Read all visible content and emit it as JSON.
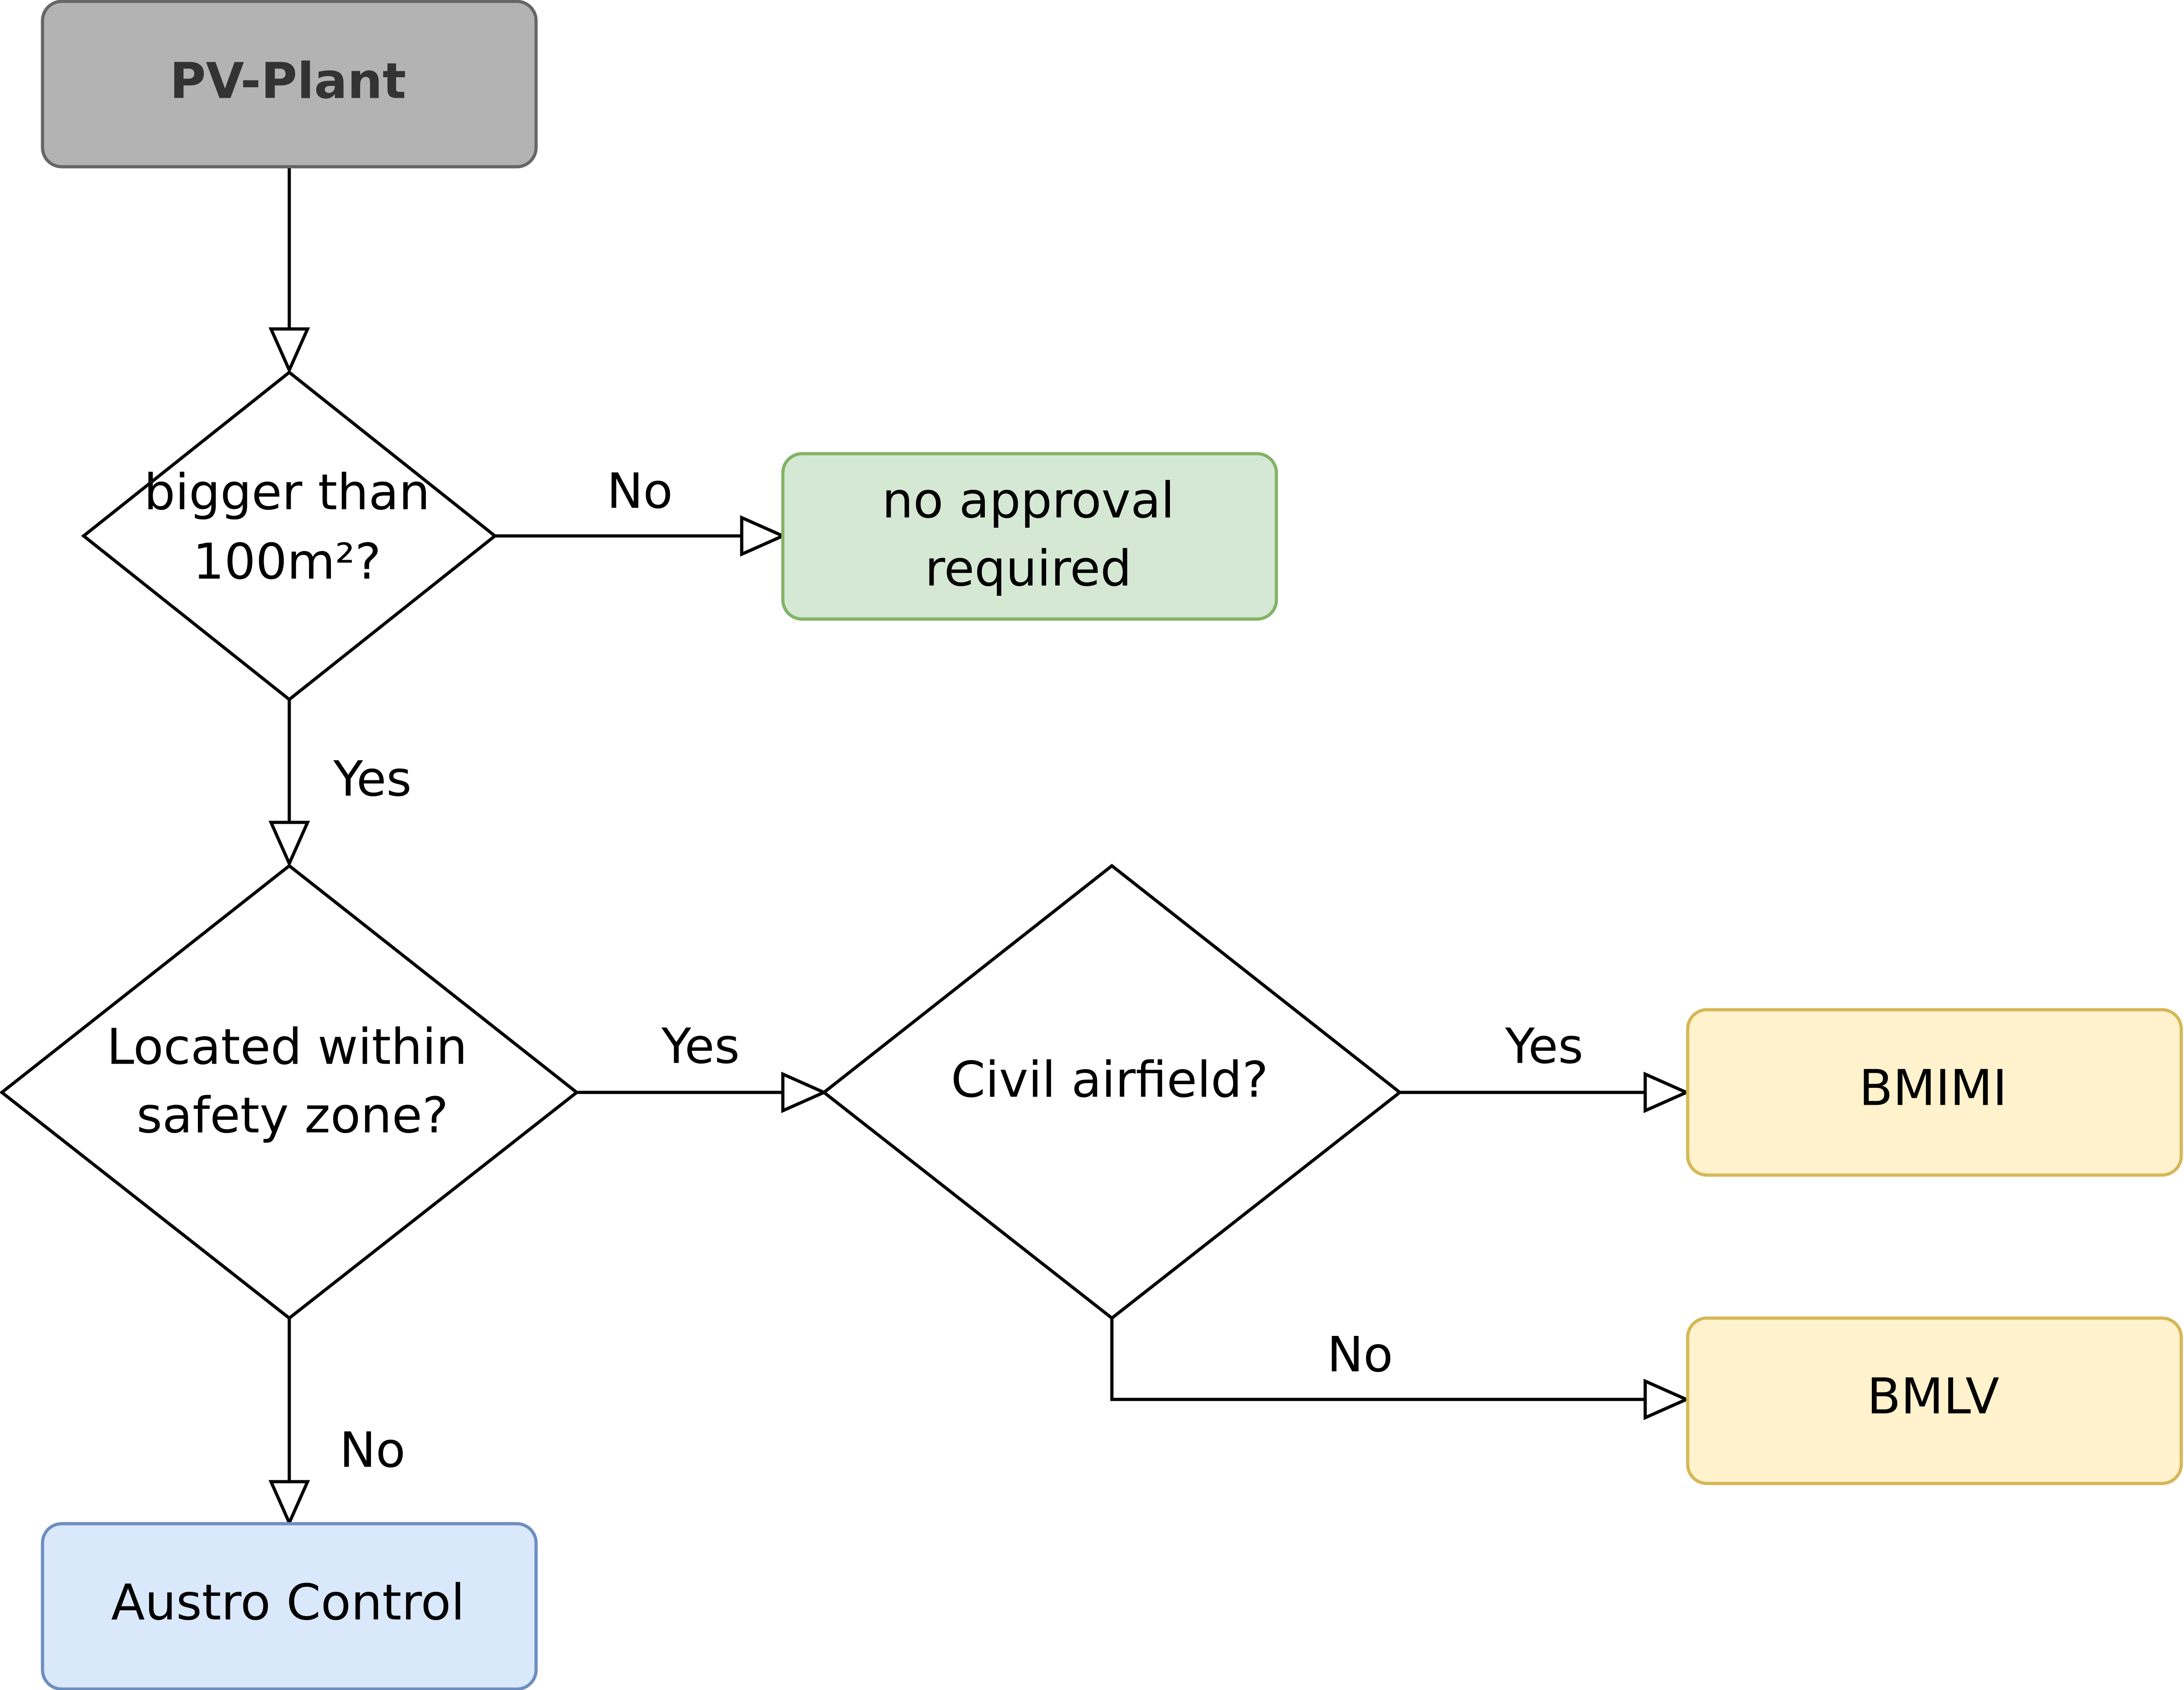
{
  "nodes": {
    "start": {
      "label": "PV-Plant",
      "fill": "#b3b3b3",
      "stroke": "#666666"
    },
    "q_size": {
      "lines": [
        "bigger than",
        "100m²?"
      ]
    },
    "no_approval": {
      "lines": [
        "no approval",
        "required"
      ],
      "fill": "#d5e8d4",
      "stroke": "#82b366"
    },
    "q_zone": {
      "lines": [
        "Located within",
        "safety zone?"
      ]
    },
    "q_civil": {
      "label": "Civil airfield?"
    },
    "bmimi": {
      "label": "BMIMI",
      "fill": "#fff2cc",
      "stroke": "#d6b656"
    },
    "bmlv": {
      "label": "BMLV",
      "fill": "#fff2cc",
      "stroke": "#d6b656"
    },
    "austro": {
      "label": "Austro Control",
      "fill": "#dae8fc",
      "stroke": "#6c8ebf"
    }
  },
  "edges": {
    "size_no": "No",
    "size_yes": "Yes",
    "zone_yes": "Yes",
    "zone_no": "No",
    "civil_yes": "Yes",
    "civil_no": "No"
  }
}
